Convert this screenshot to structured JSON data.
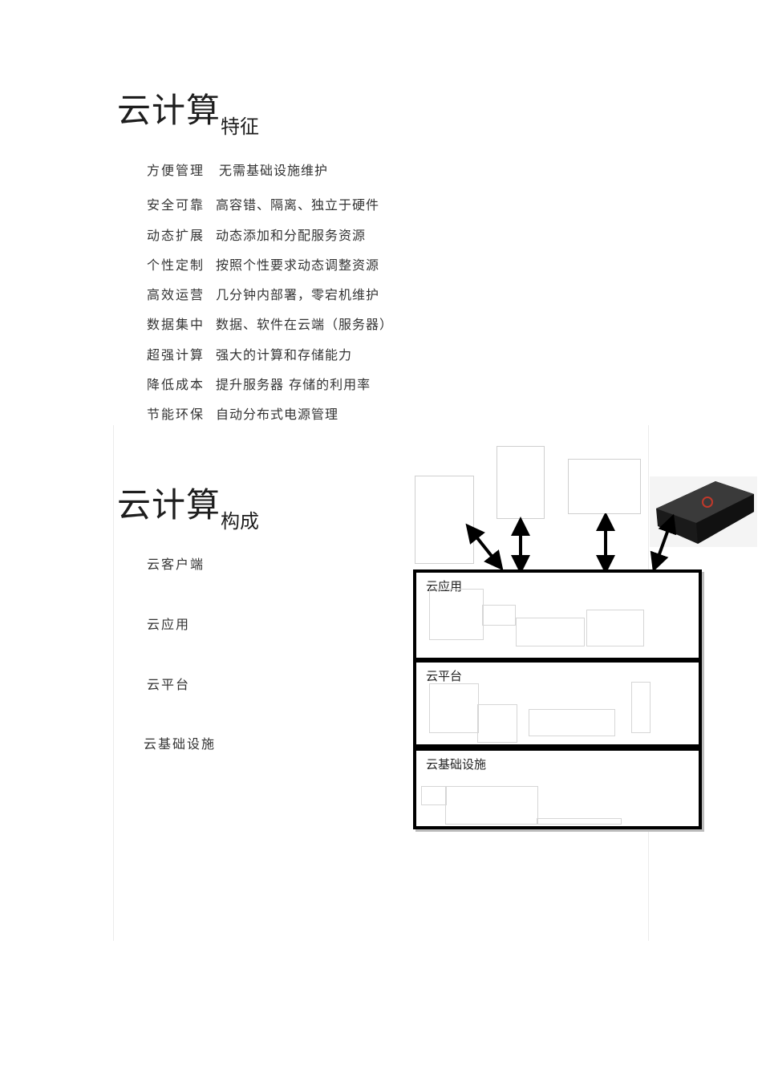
{
  "section1": {
    "title_main": "云计算",
    "title_sub": "特征"
  },
  "features": [
    {
      "name": "方便管理",
      "desc": "无需基础设施维护"
    },
    {
      "name": "安全可靠",
      "desc": "高容错、隔离、独立于硬件"
    },
    {
      "name": "动态扩展",
      "desc": "动态添加和分配服务资源"
    },
    {
      "name": "个性定制",
      "desc": "按照个性要求动态调整资源"
    },
    {
      "name": "高效运营",
      "desc": "几分钟内部署，零宕机维护"
    },
    {
      "name": "数据集中",
      "desc": "数据、软件在云端（服务器）"
    },
    {
      "name": "超强计算",
      "desc": "强大的计算和存储能力"
    },
    {
      "name": "降低成本",
      "desc": "提升服务器 存储的利用率"
    },
    {
      "name": "节能环保",
      "desc": "自动分布式电源管理"
    }
  ],
  "section2": {
    "title_main": "云计算",
    "title_sub": "构成"
  },
  "components": [
    "云客户端",
    "云应用",
    "云平台",
    "云基础设施"
  ],
  "diagram": {
    "layers": [
      "云应用",
      "云平台",
      "云基础设施"
    ],
    "colors": {
      "border": "#000000",
      "shadow": "#bcbcbc",
      "device_body": "#1a1a1a",
      "device_logo": "#c0392b"
    }
  }
}
